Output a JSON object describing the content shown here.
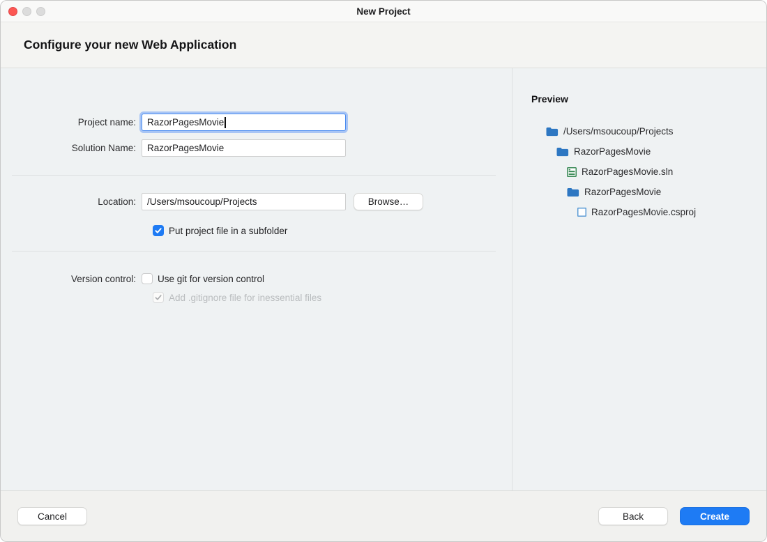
{
  "window": {
    "title": "New Project",
    "header": "Configure your new Web Application"
  },
  "form": {
    "project_name": {
      "label": "Project name:",
      "value": "RazorPagesMovie",
      "focused": true
    },
    "solution_name": {
      "label": "Solution Name:",
      "value": "RazorPagesMovie"
    },
    "location": {
      "label": "Location:",
      "value": "/Users/msoucoup/Projects",
      "browse_label": "Browse…"
    },
    "subfolder_checkbox": {
      "label": "Put project file in a subfolder",
      "checked": true
    },
    "version_control": {
      "label": "Version control:",
      "use_git": {
        "label": "Use git for version control",
        "checked": false
      },
      "gitignore": {
        "label": "Add .gitignore file for inessential files",
        "checked": true,
        "disabled": true
      }
    }
  },
  "preview": {
    "title": "Preview",
    "tree": [
      {
        "icon": "folder-icon",
        "level": 0,
        "label": "/Users/msoucoup/Projects"
      },
      {
        "icon": "folder-icon",
        "level": 1,
        "label": "RazorPagesMovie"
      },
      {
        "icon": "solution-file-icon",
        "level": 2,
        "label": "RazorPagesMovie.sln"
      },
      {
        "icon": "folder-icon",
        "level": 2,
        "label": "RazorPagesMovie"
      },
      {
        "icon": "csproj-file-icon",
        "level": 3,
        "label": "RazorPagesMovie.csproj"
      }
    ]
  },
  "footer": {
    "cancel_label": "Cancel",
    "back_label": "Back",
    "create_label": "Create"
  },
  "colors": {
    "accent_blue": "#1e7bf4",
    "folder_blue": "#2d77c2",
    "solution_green": "#3c8b58",
    "csproj_blue": "#5b9bd5",
    "close_light_red": "#fc5752"
  }
}
